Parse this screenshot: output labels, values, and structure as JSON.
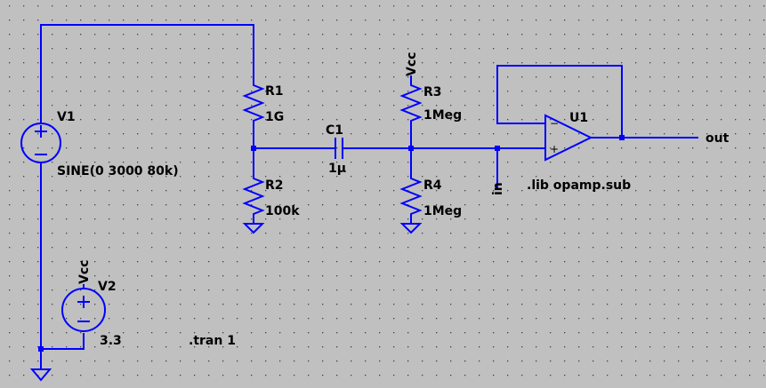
{
  "background": "#c0c0c0",
  "wire_color": "#0000ff",
  "text_color": "#000000",
  "components": {
    "v1": {
      "name": "V1",
      "value": "SINE(0 3000 80k)"
    },
    "v2": {
      "name": "V2",
      "value": "3.3",
      "net": "Vcc"
    },
    "r1": {
      "name": "R1",
      "value": "1G"
    },
    "r2": {
      "name": "R2",
      "value": "100k"
    },
    "c1": {
      "name": "C1",
      "value": "1µ"
    },
    "r3": {
      "name": "R3",
      "value": "1Meg",
      "net": "Vcc"
    },
    "r4": {
      "name": "R4",
      "value": "1Meg"
    },
    "u1": {
      "name": "U1",
      "minus": "−",
      "plus": "+"
    }
  },
  "nets": {
    "in": "in",
    "out": "out"
  },
  "directives": {
    "lib": ".lib opamp.sub",
    "tran": ".tran 1"
  }
}
